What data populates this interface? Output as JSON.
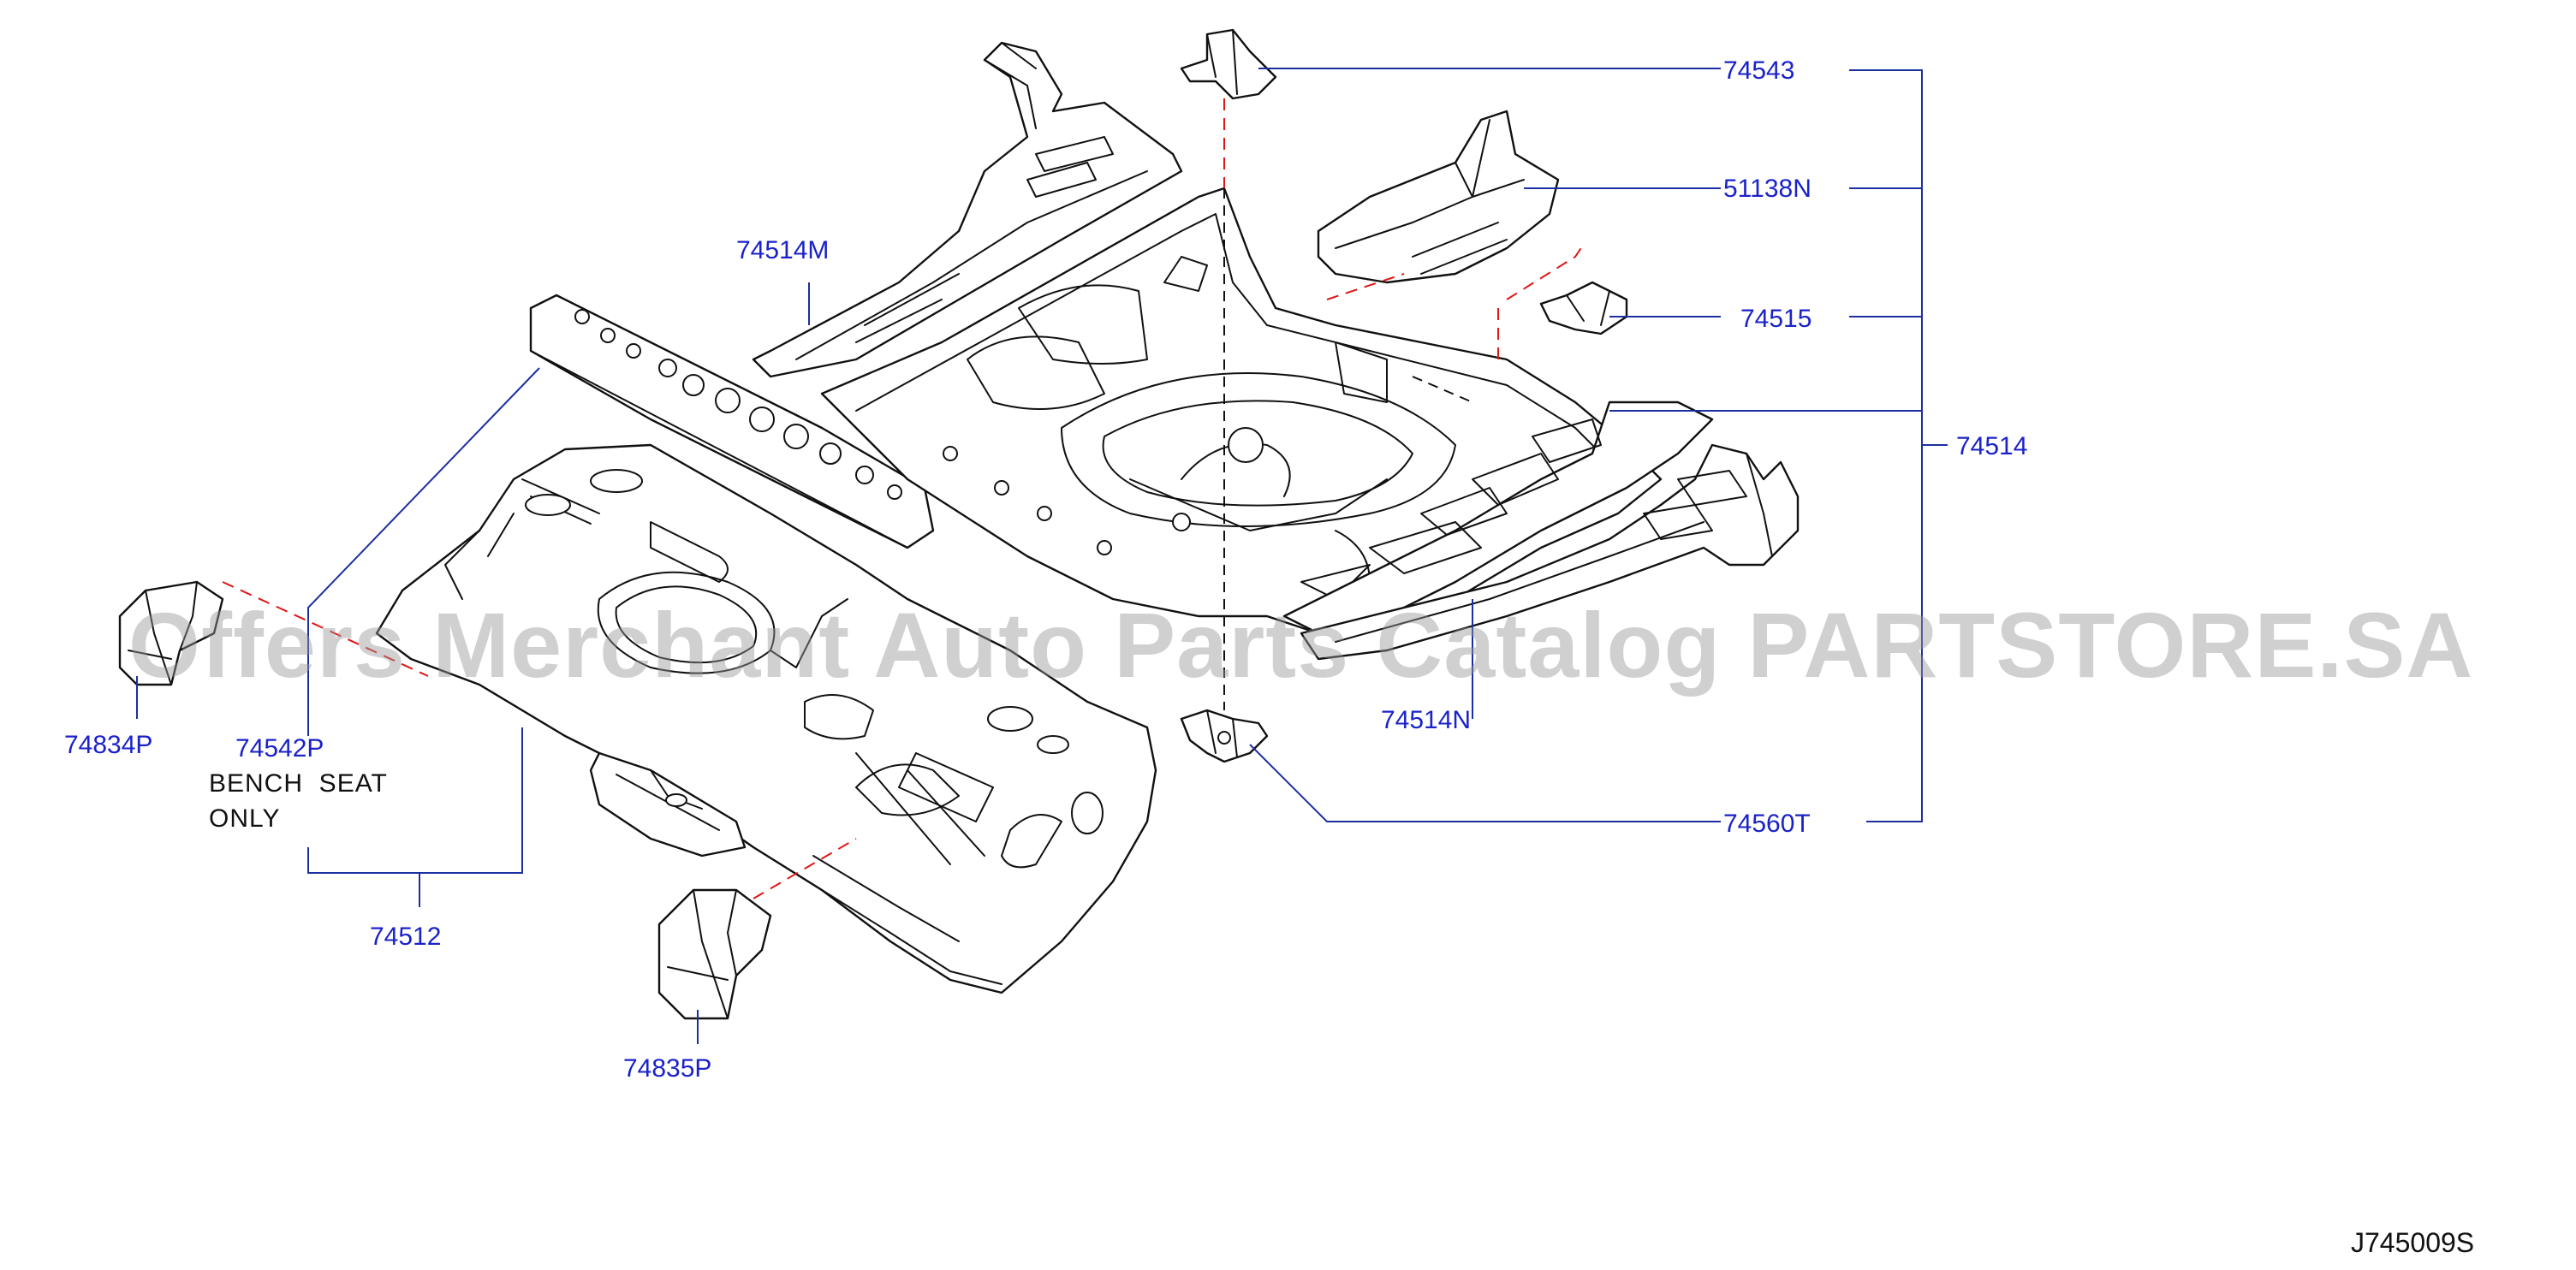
{
  "labels": {
    "p74543": "74543",
    "p51138N": "51138N",
    "p74515": "74515",
    "p74514": "74514",
    "p74514M": "74514M",
    "p74514N": "74514N",
    "p74560T": "74560T",
    "p74834P": "74834P",
    "p74542P": "74542P",
    "p74512": "74512",
    "p74835P": "74835P"
  },
  "note": "BENCH  SEAT\nONLY",
  "diagram_code": "J745009S",
  "watermark": "Offers Merchant Auto Parts Catalog PARTSTORE.SA",
  "colors": {
    "label": "#1a22c8",
    "leader": "#1c2fa0",
    "dashed_guide": "#e01515",
    "outline": "#111111"
  }
}
